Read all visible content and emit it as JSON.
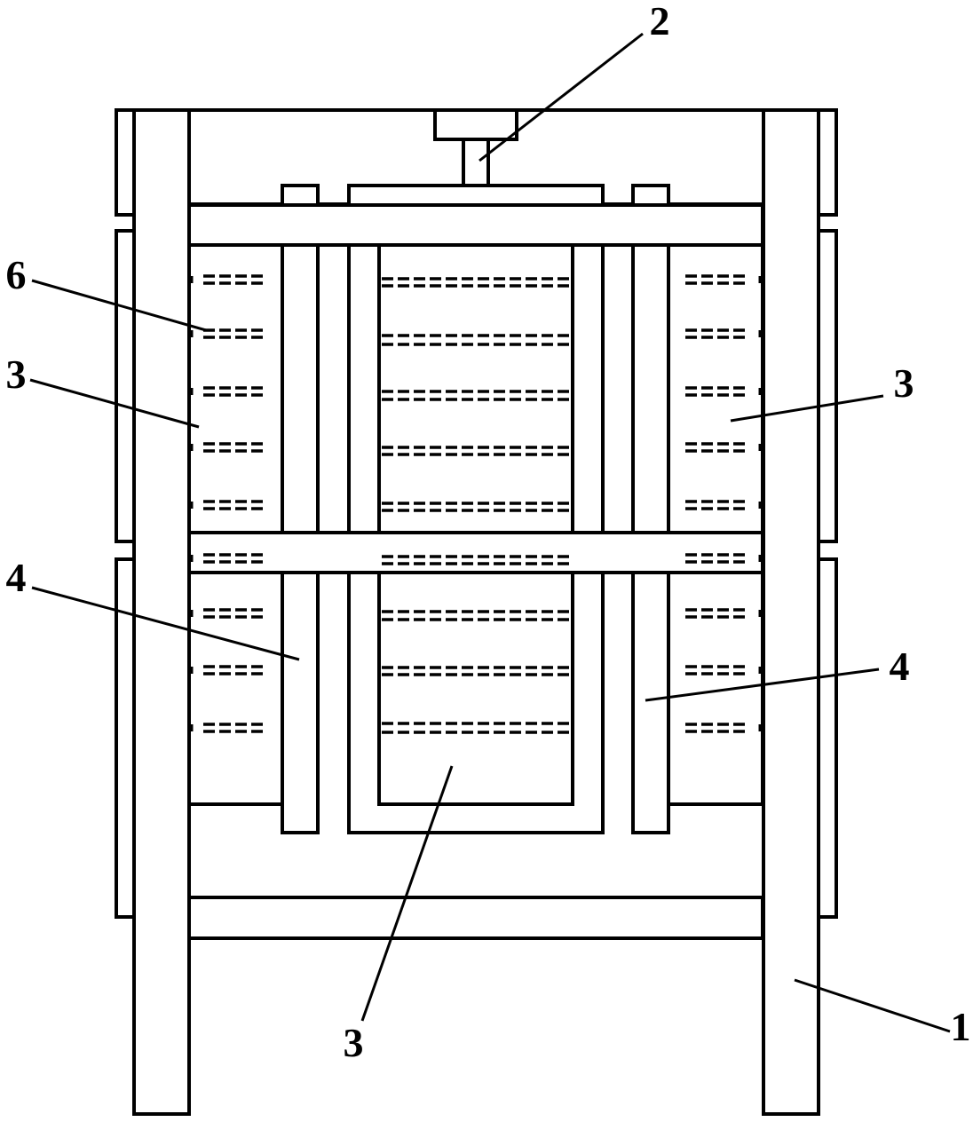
{
  "diagram": {
    "type": "technical-drawing",
    "callouts": [
      {
        "id": "callout-2",
        "text": "2"
      },
      {
        "id": "callout-6",
        "text": "6"
      },
      {
        "id": "callout-3-upper-left",
        "text": "3"
      },
      {
        "id": "callout-3-right",
        "text": "3"
      },
      {
        "id": "callout-4-left",
        "text": "4"
      },
      {
        "id": "callout-4-right",
        "text": "4"
      },
      {
        "id": "callout-3-bottom",
        "text": "3"
      },
      {
        "id": "callout-1",
        "text": "1"
      }
    ],
    "colors": {
      "line": "#000000",
      "background": "#ffffff"
    }
  }
}
